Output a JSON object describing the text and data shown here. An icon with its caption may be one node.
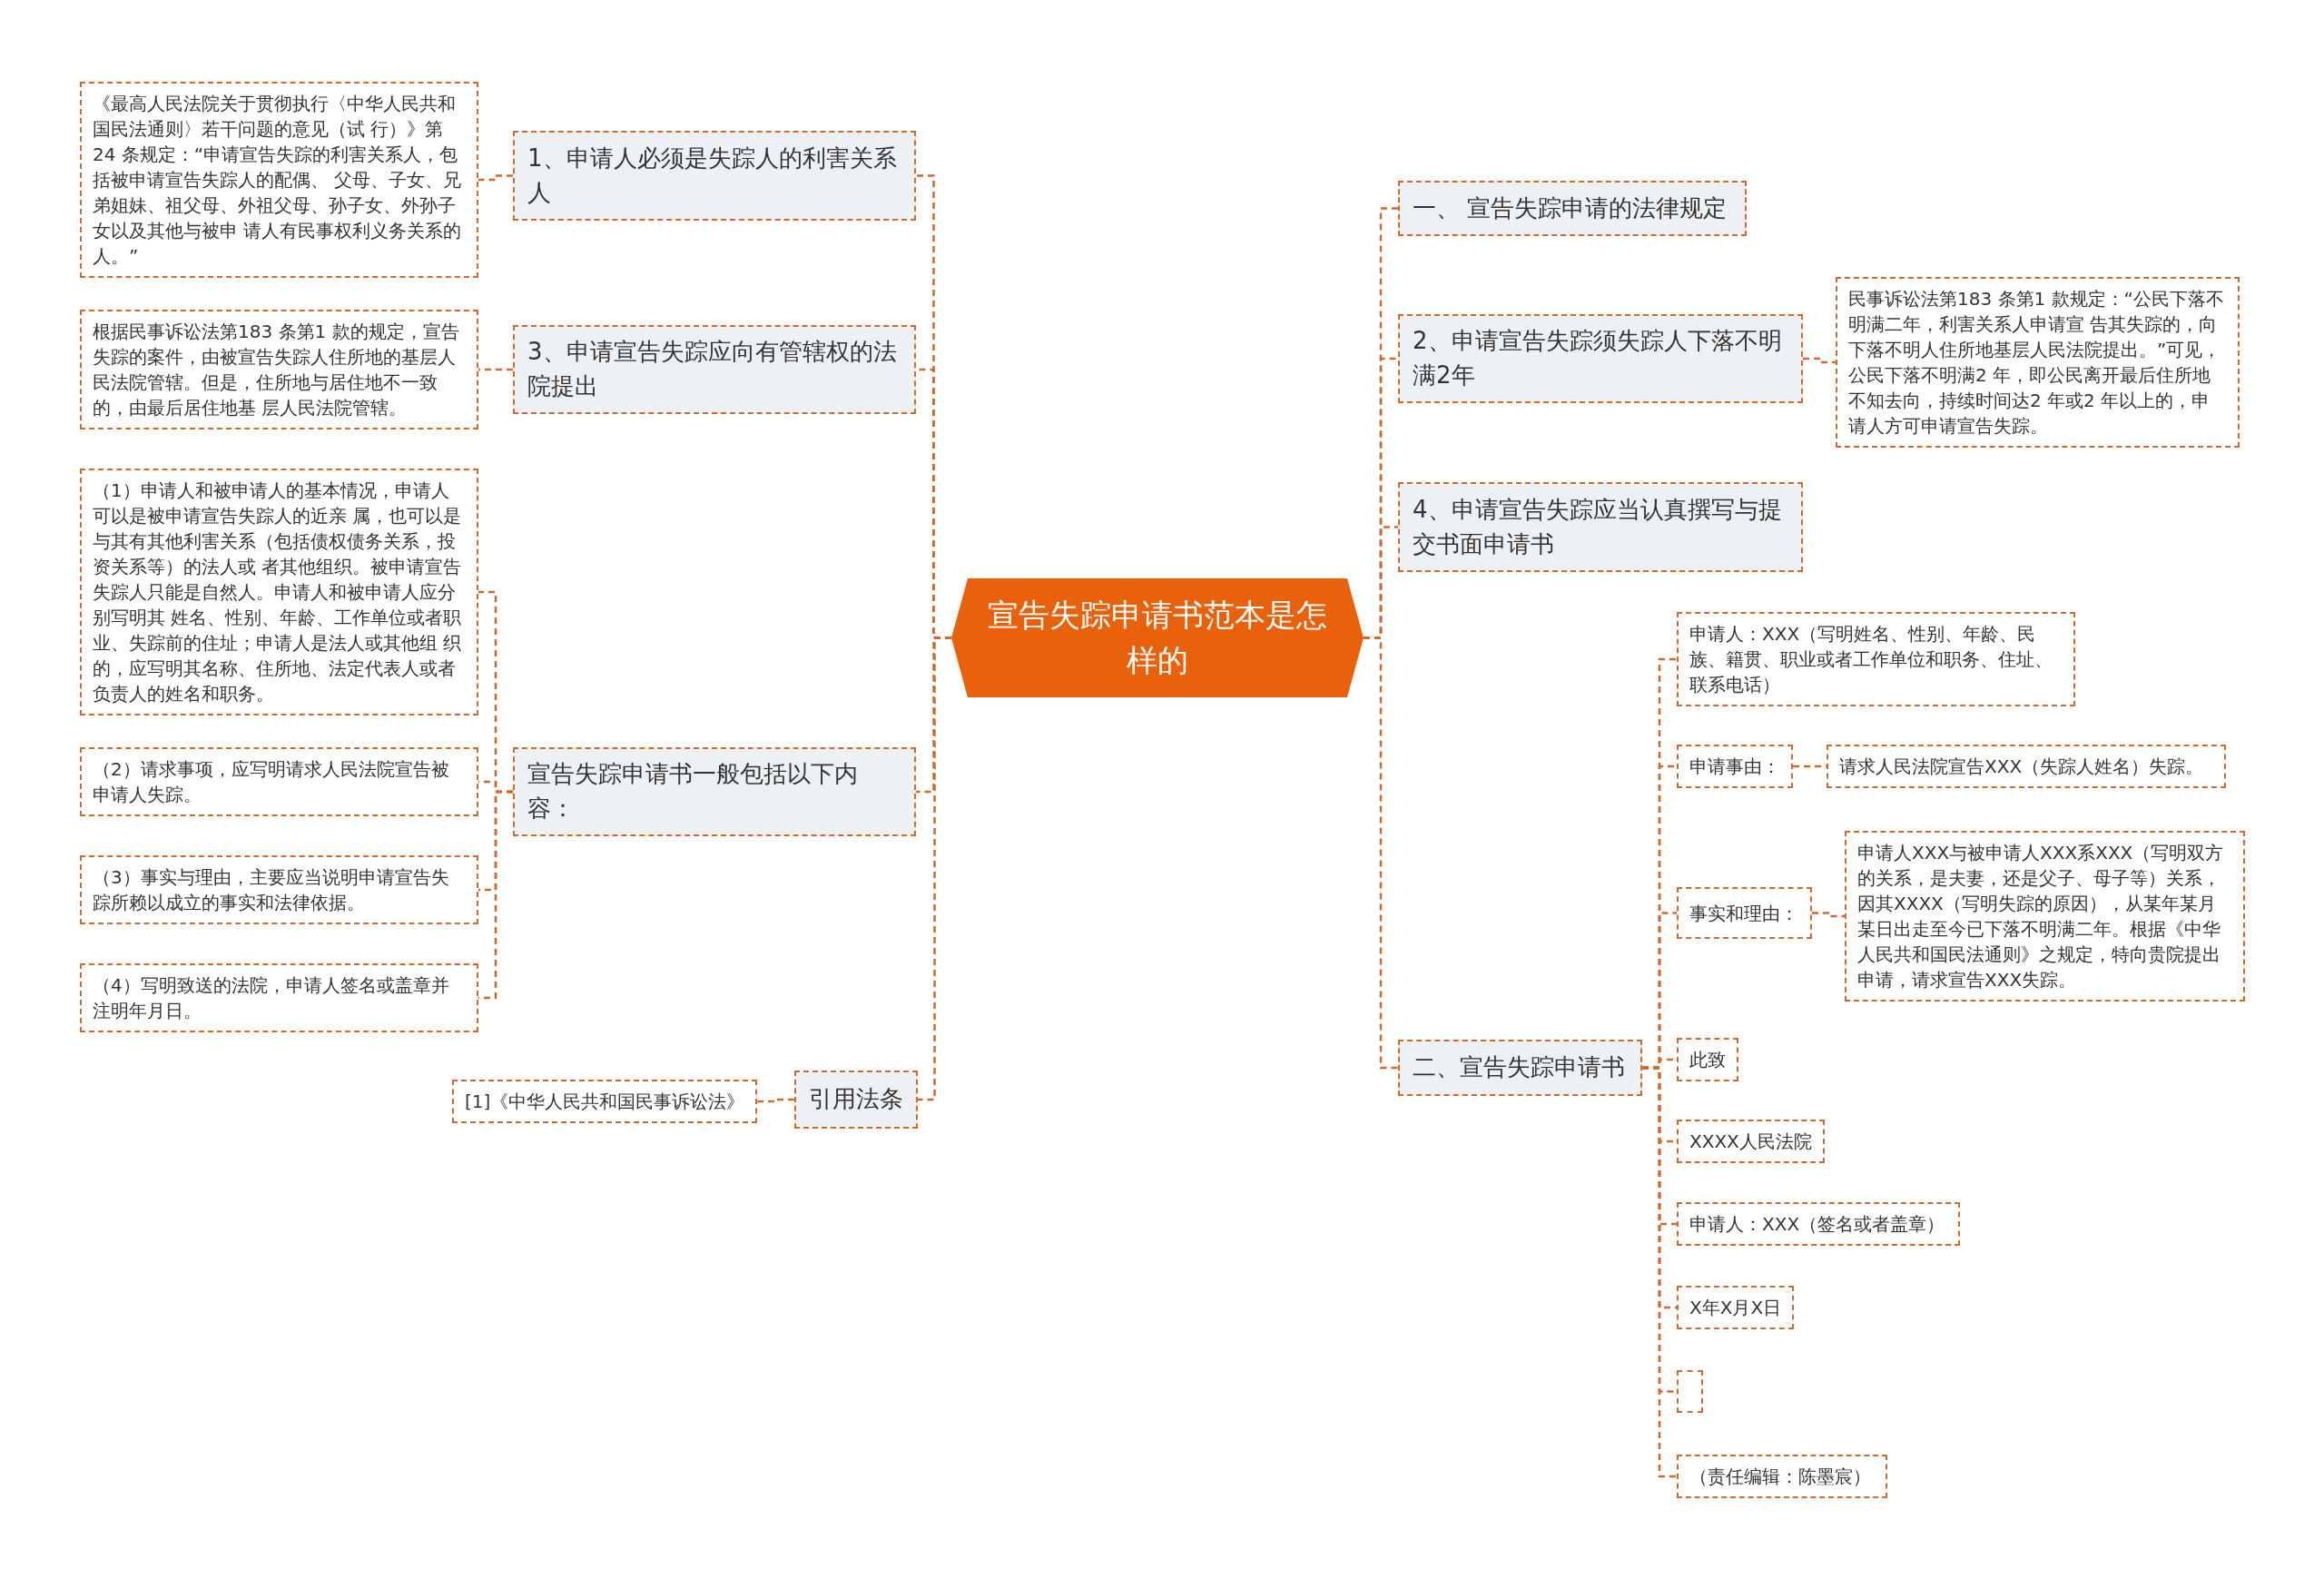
{
  "diagram": {
    "nodes": [
      {
        "text": [
          "宣告失踪申请书范本是怎样的"
        ]
      },
      {
        "text": [
          "1、申请人必须是失踪人的利害关系人"
        ]
      },
      {
        "text": [
          "《最高人民法院关于贯彻执行〈中华人民共和国民法通则〉若干问题的意见（试 行）》第24 条规定：“申请宣告失踪的利害关系人，包括被申请宣告失踪人的配偶、 父母、子女、兄弟姐妹、祖父母、外祖父母、孙子女、外孙子女以及其他与被申 请人有民事权利义务关系的人。”"
        ]
      },
      {
        "text": [
          "3、申请宣告失踪应向有管辖权的法院提出"
        ]
      },
      {
        "text": [
          "根据民事诉讼法第183 条第1 款的规定，宣告失踪的案件，由被宣告失踪人住所地的基层人民法院管辖。但是，住所地与居住地不一致的，由最后居住地基 层人民法院管辖。"
        ]
      },
      {
        "text": [
          "宣告失踪申请书一般包括以下内容："
        ]
      },
      {
        "text": [
          "（1）申请人和被申请人的基本情况，申请人可以是被申请宣告失踪人的近亲 属，也可以是与其有其他利害关系（包括债权债务关系，投资关系等）的法人或 者其他组织。被申请宣告失踪人只能是自然人。申请人和被申请人应分别写明其 姓名、性别、年龄、工作单位或者职业、失踪前的住址；申请人是法人或其他组 织的，应写明其名称、住所地、法定代表人或者负责人的姓名和职务。"
        ]
      },
      {
        "text": [
          "（2）请求事项，应写明请求人民法院宣告被申请人失踪。"
        ]
      },
      {
        "text": [
          "（3）事实与理由，主要应当说明申请宣告失踪所赖以成立的事实和法律依据。"
        ]
      },
      {
        "text": [
          "（4）写明致送的法院，申请人签名或盖章并注明年月日。"
        ]
      },
      {
        "text": [
          "引用法条"
        ]
      },
      {
        "text": [
          "[1]《中华人民共和国民事诉讼法》"
        ]
      },
      {
        "text": [
          "一、 宣告失踪申请的法律规定"
        ]
      },
      {
        "text": [
          "2、申请宣告失踪须失踪人下落不明满2年"
        ]
      },
      {
        "text": [
          "民事诉讼法第183 条第1 款规定：“公民下落不明满二年，利害关系人申请宣 告其失踪的，向下落不明人住所地基层人民法院提出。”可见，公民下落不明满2 年，即公民离开最后住所地不知去向，持续时间达2 年或2 年以上的，申请人方可申请宣告失踪。"
        ]
      },
      {
        "text": [
          "4、申请宣告失踪应当认真撰写与提交书面申请书"
        ]
      },
      {
        "text": [
          "二、宣告失踪申请书"
        ]
      },
      {
        "text": [
          "申请人：XXX（写明姓名、性别、年龄、民族、籍贯、职业或者工作单位和职务、住址、联系电话）"
        ]
      },
      {
        "text": [
          "申请事由："
        ]
      },
      {
        "text": [
          "请求人民法院宣告XXX（失踪人姓名）失踪。"
        ]
      },
      {
        "text": [
          "事实和理由："
        ]
      },
      {
        "text": [
          "申请人XXX与被申请人XXX系XXX（写明双方的关系，是夫妻，还是父子、母子等）关系，因其XXXX（写明失踪的原因），从某年某月某日出走至今已下落不明满二年。根据《中华人民共和国民法通则》之规定，特向贵院提出申请，请求宣告XXX失踪。"
        ]
      },
      {
        "text": [
          "此致"
        ]
      },
      {
        "text": [
          "XXXX人民法院"
        ]
      },
      {
        "text": [
          "申请人：XXX（签名或者盖章）"
        ]
      },
      {
        "text": [
          "X年X月X日"
        ]
      },
      {
        "text": [],
        "shape": "box"
      },
      {
        "text": [
          "（责任编辑：陈墨宸）"
        ]
      }
    ],
    "edges": [
      {
        "from": 0,
        "to": 1,
        "arrow": "none"
      },
      {
        "from": 1,
        "to": 2,
        "arrow": "none"
      },
      {
        "from": 0,
        "to": 3,
        "arrow": "none"
      },
      {
        "from": 3,
        "to": 4,
        "arrow": "none"
      },
      {
        "from": 0,
        "to": 5,
        "arrow": "none"
      },
      {
        "from": 5,
        "to": 6,
        "arrow": "none"
      },
      {
        "from": 5,
        "to": 7,
        "arrow": "none"
      },
      {
        "from": 5,
        "to": 8,
        "arrow": "none"
      },
      {
        "from": 5,
        "to": 9,
        "arrow": "none"
      },
      {
        "from": 0,
        "to": 10,
        "arrow": "none"
      },
      {
        "from": 10,
        "to": 11,
        "arrow": "none"
      },
      {
        "from": 0,
        "to": 12,
        "arrow": "none"
      },
      {
        "from": 0,
        "to": 13,
        "arrow": "none"
      },
      {
        "from": 13,
        "to": 14,
        "arrow": "none"
      },
      {
        "from": 0,
        "to": 15,
        "arrow": "none"
      },
      {
        "from": 0,
        "to": 16,
        "arrow": "none"
      },
      {
        "from": 16,
        "to": 17,
        "arrow": "none"
      },
      {
        "from": 16,
        "to": 18,
        "arrow": "none"
      },
      {
        "from": 18,
        "to": 19,
        "arrow": "none"
      },
      {
        "from": 16,
        "to": 20,
        "arrow": "none"
      },
      {
        "from": 20,
        "to": 21,
        "arrow": "none"
      },
      {
        "from": 16,
        "to": 22,
        "arrow": "none"
      },
      {
        "from": 16,
        "to": 23,
        "arrow": "none"
      },
      {
        "from": 16,
        "to": 24,
        "arrow": "none"
      },
      {
        "from": 16,
        "to": 25,
        "arrow": "none"
      },
      {
        "from": 16,
        "to": 26,
        "arrow": "none"
      },
      {
        "from": 16,
        "to": 27,
        "arrow": "none"
      }
    ]
  }
}
